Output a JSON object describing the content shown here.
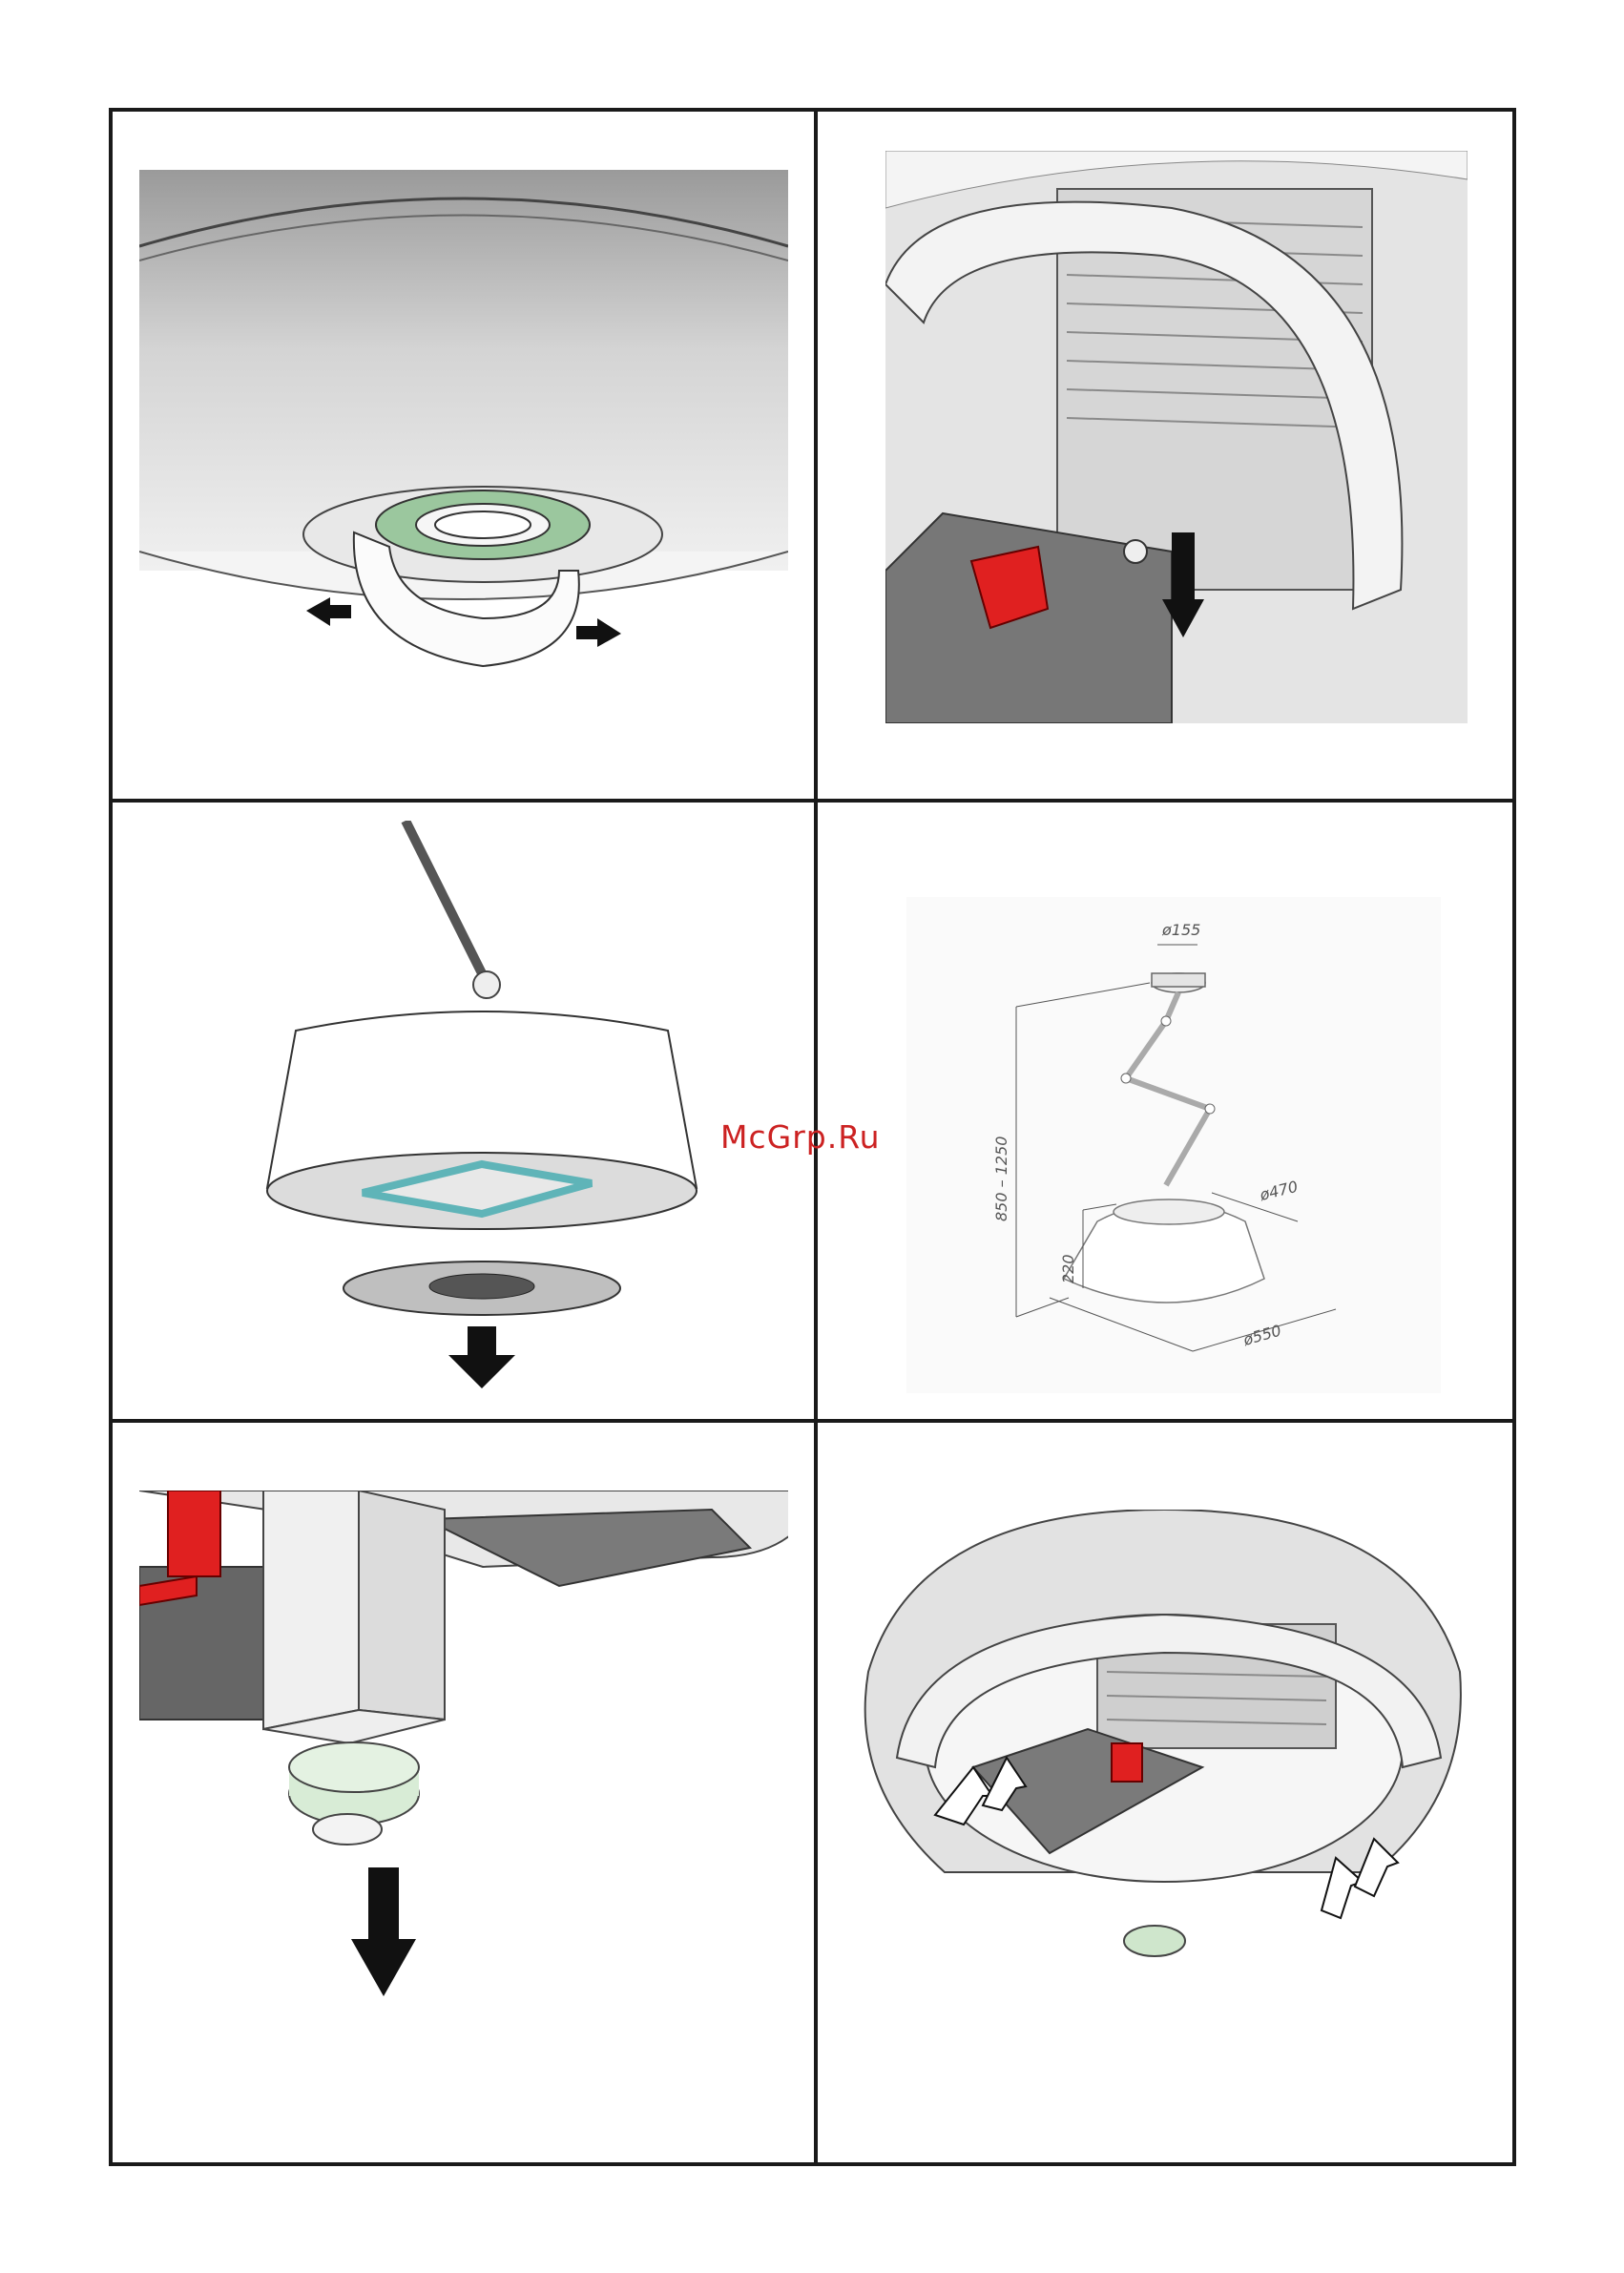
{
  "watermark": "McGrp.Ru",
  "dimensions": {
    "top_diameter": "ø155",
    "height_range": "850 – 1250",
    "hood_height": "220",
    "inner_diameter": "ø470",
    "outer_diameter": "ø550"
  },
  "colors": {
    "line": "#1a1a1a",
    "grey_fill": "#c8c8c8",
    "green_ring": "#9bc79e",
    "red_bracket": "#e02020",
    "teal_frame": "#5fb4b8",
    "watermark": "#cc2222"
  }
}
